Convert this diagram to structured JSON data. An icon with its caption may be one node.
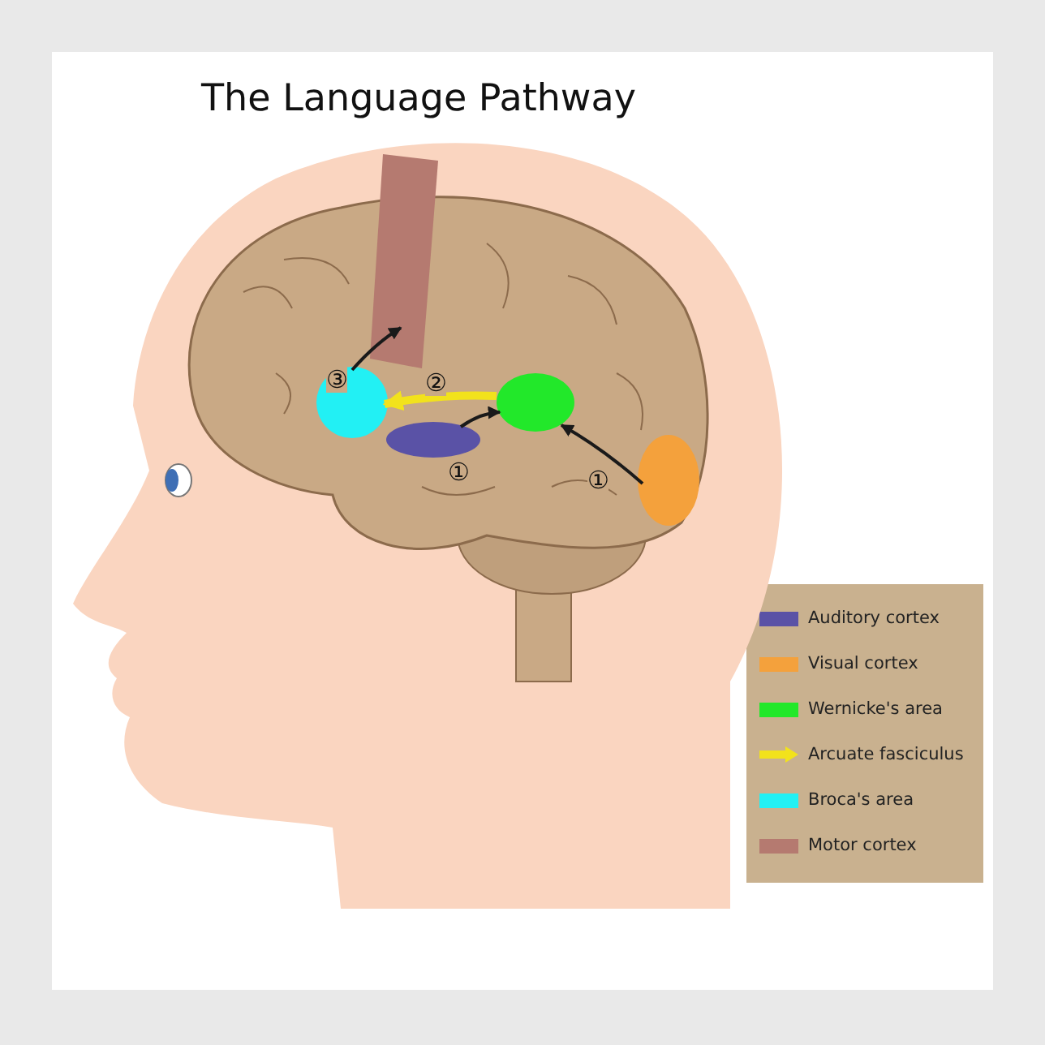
{
  "diagram": {
    "title": "The Language Pathway",
    "nodes": [
      {
        "text": [],
        "shape": "blob"
      },
      {
        "text": [],
        "shape": "blob"
      },
      {
        "text": [],
        "shape": "blob"
      },
      {
        "text": [],
        "shape": "blob"
      },
      {
        "text": [],
        "shape": "band"
      }
    ],
    "edges": [
      {
        "from": 0,
        "to": 2,
        "arrow": "to",
        "label": "①"
      },
      {
        "from": 1,
        "to": 2,
        "arrow": "to",
        "label": "①"
      },
      {
        "from": 2,
        "to": 3,
        "arrow": "to",
        "label": "②",
        "style": "thick",
        "color": "#f2e21c"
      },
      {
        "from": 3,
        "to": 4,
        "arrow": "to",
        "label": "③"
      }
    ],
    "legend": [
      {
        "text": "Auditory cortex",
        "color": "#5a52a6"
      },
      {
        "text": "Visual cortex",
        "color": "#f4a13c"
      },
      {
        "text": "Wernicke's area",
        "color": "#22e82a"
      },
      {
        "text": "Arcuate fasciculus"
      },
      {
        "text": "Broca's area",
        "color": "#22f0f4"
      },
      {
        "text": "Motor cortex",
        "color": "#b57a70"
      }
    ]
  }
}
